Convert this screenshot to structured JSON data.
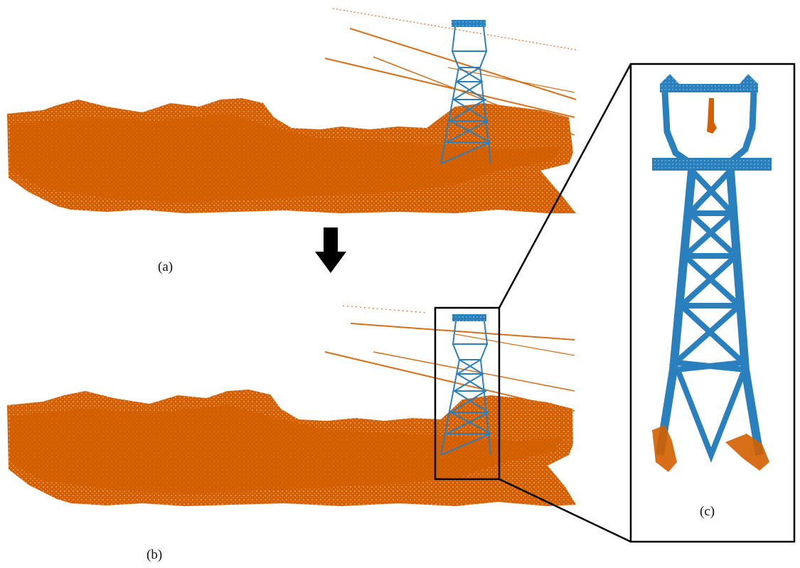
{
  "figure": {
    "panels": [
      {
        "id": "a",
        "label": "(a)"
      },
      {
        "id": "b",
        "label": "(b)"
      },
      {
        "id": "c",
        "label": "(c)"
      }
    ],
    "colors": {
      "ground": "#d35f00",
      "tower": "#2a7fbd",
      "arrow": "#000000",
      "frame": "#000000",
      "background": "#ffffff"
    },
    "icons": {
      "transition": "arrow-down-icon"
    }
  }
}
